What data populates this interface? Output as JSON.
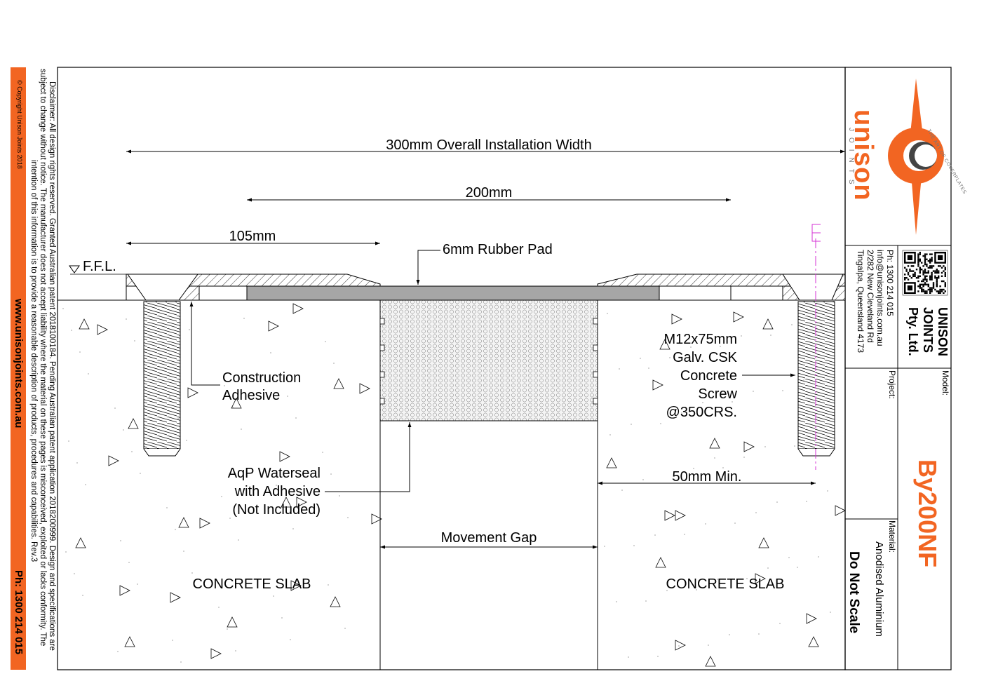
{
  "sidebar": {
    "copyright": "© Copyright Unison Joints 2018",
    "website": "www.unisonjoints.com.au",
    "phone": "Ph: 1300 214 015"
  },
  "disclaimer": {
    "line1": "Disclaimer: All design rights reserved. Granted Australian patent 2018100184. Pending Australian patent application 2018200999. Design and specifications are",
    "line2": "subject to change without notice. The manufacturer does not accept liability where the material on these pages is misconceived, exploited or lacks conformity. The",
    "line3": "intention of this information is to provide a reasonable description of products, procedures and capabilities. Rev.3"
  },
  "drawing": {
    "dim_overall": "300mm Overall Installation Width",
    "dim_200": "200mm",
    "dim_105": "105mm",
    "ffl": "F.F.L.",
    "rubber_pad": "6mm Rubber Pad",
    "construction_adhesive": [
      "Construction",
      "Adhesive"
    ],
    "screw": [
      "M12x75mm",
      "Galv. CSK",
      "Concrete",
      "Screw",
      "@350CRS."
    ],
    "waterseal": [
      "AqP Waterseal",
      "with Adhesive",
      "(Not Included)"
    ],
    "dim_50": "50mm Min.",
    "movement_gap": "Movement Gap",
    "slab_left": "CONCRETE SLAB",
    "slab_right": "CONCRETE SLAB"
  },
  "title_block": {
    "logo_word": "unison",
    "logo_sub": "JOINTS",
    "logo_tagline": "THE ART OF COVERPLATES",
    "company": [
      "UNISON",
      "JOINTS",
      "Pty. Ltd."
    ],
    "contact": [
      "Ph: 1300 214 015",
      "info@unisonjoints.com.au",
      "2/282 New Cleveland Rd",
      "Tingalpa, Queensland 4173"
    ],
    "model_label": "Model:",
    "model_value": "By200NF",
    "project_label": "Project:",
    "project_value": "",
    "material_label": "Material:",
    "material_value": "Anodised Aluminium",
    "do_not_scale": "Do Not Scale"
  },
  "colors": {
    "brand_orange": "#f26522",
    "centerline_magenta": "#d633d6",
    "rubber_grey": "#a6a6a6"
  }
}
